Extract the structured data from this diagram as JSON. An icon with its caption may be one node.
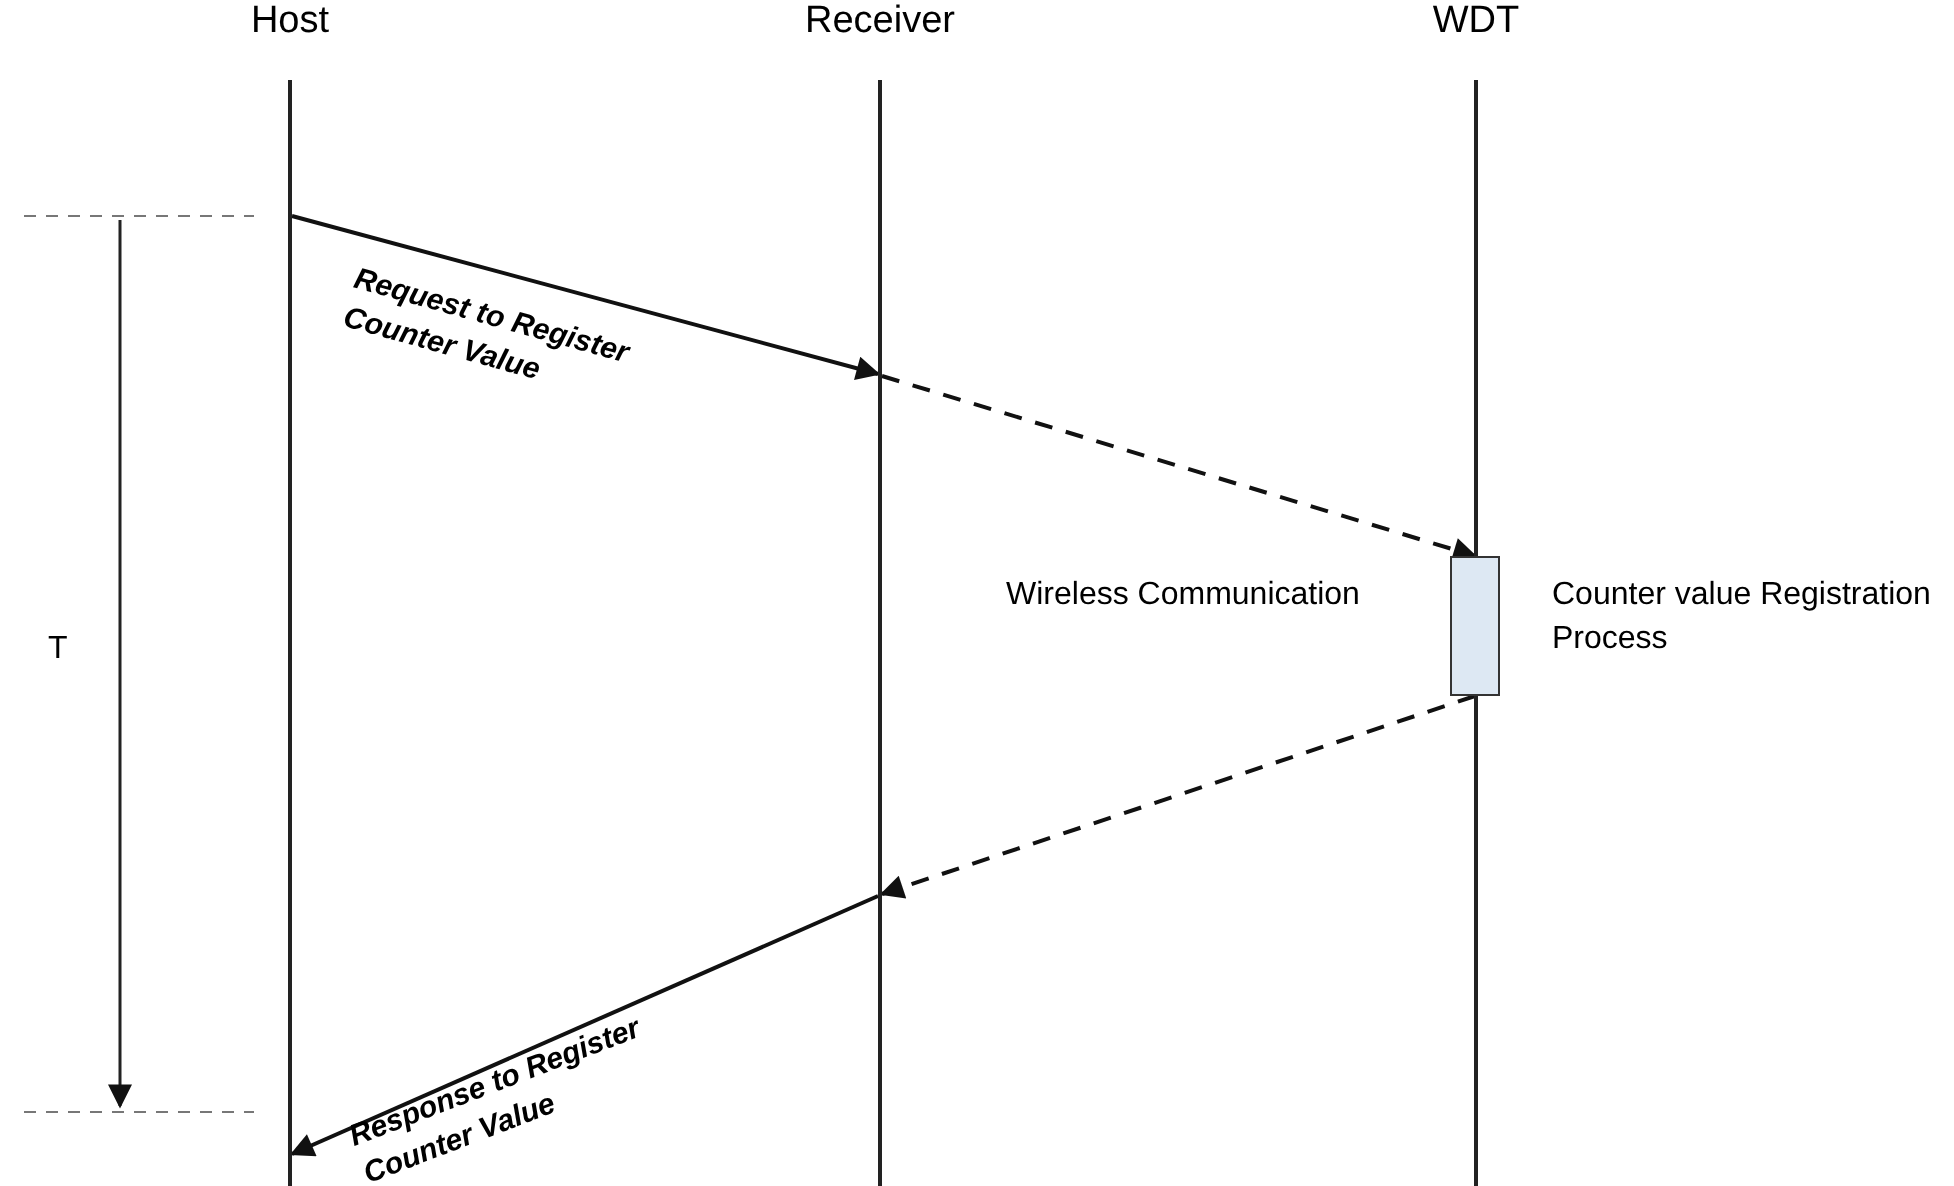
{
  "diagram": {
    "nodes": [
      {
        "text": [
          "Host"
        ]
      },
      {
        "text": [
          "Receiver"
        ]
      },
      {
        "text": [
          "WDT"
        ]
      },
      {
        "text": [],
        "shape": "box",
        "beside": [
          "Counter value Registration Process"
        ]
      }
    ],
    "edges": [
      {
        "from": 0,
        "to": 1,
        "arrow": "to",
        "label": "Request to Register Counter Value"
      },
      {
        "from": 1,
        "to": 3,
        "arrow": "to",
        "style": "dashed"
      },
      {
        "from": 3,
        "to": 1,
        "arrow": "to",
        "style": "dashed"
      },
      {
        "from": 1,
        "to": 0,
        "arrow": "to",
        "label": "Response to Register Counter Value"
      }
    ],
    "labels": [
      "Wireless Communication",
      "T"
    ]
  }
}
